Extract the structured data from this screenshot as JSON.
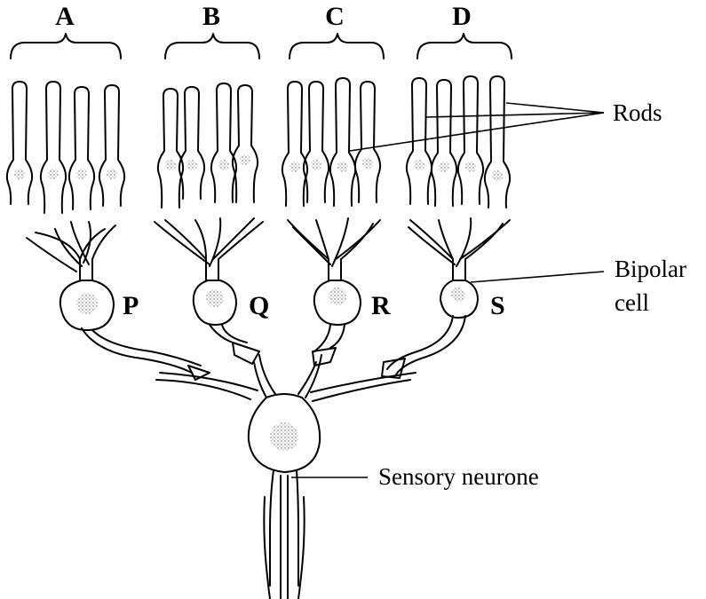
{
  "groups": [
    {
      "label": "A",
      "bipolar_label": "P"
    },
    {
      "label": "B",
      "bipolar_label": "Q"
    },
    {
      "label": "C",
      "bipolar_label": "R"
    },
    {
      "label": "D",
      "bipolar_label": "S"
    }
  ],
  "annotations": {
    "rods": "Rods",
    "bipolar_line1": "Bipolar",
    "bipolar_line2": "cell",
    "sensory_neurone": "Sensory neurone"
  }
}
